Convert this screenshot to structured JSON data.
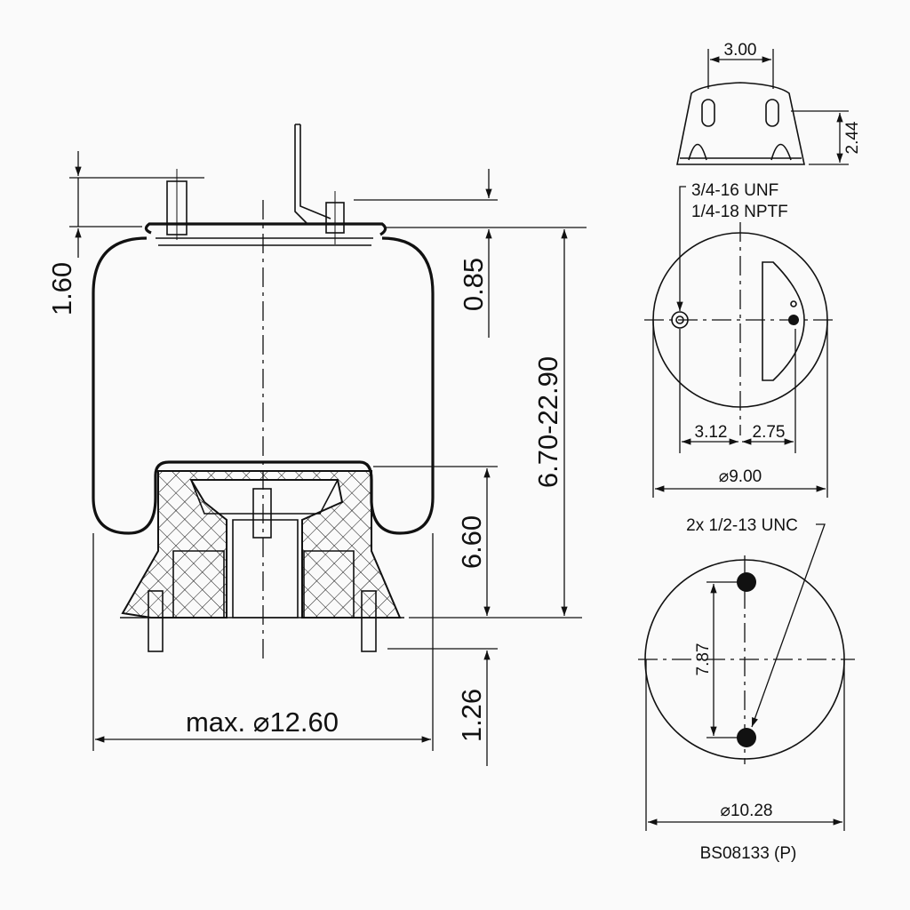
{
  "side_view": {
    "dim_top_bead": "1.60",
    "dim_stud_height": "0.85",
    "dim_height_range": "6.70-22.90",
    "dim_piston_height": "6.60",
    "dim_bottom_stud": "1.26",
    "dim_max_diameter": "max. ⌀12.60"
  },
  "top_bracket_view": {
    "dim_width": "3.00",
    "dim_height": "2.44"
  },
  "top_plan_view": {
    "thread_label_1": "3/4-16 UNF",
    "thread_label_2": "1/4-18 NPTF",
    "dim_left": "3.12",
    "dim_right": "2.75",
    "dim_diameter": "⌀9.00"
  },
  "bottom_plan_view": {
    "thread_label": "2x 1/2-13 UNC",
    "dim_spacing": "7.87",
    "dim_diameter": "⌀10.28"
  },
  "part_number": "BS08133 (P)"
}
